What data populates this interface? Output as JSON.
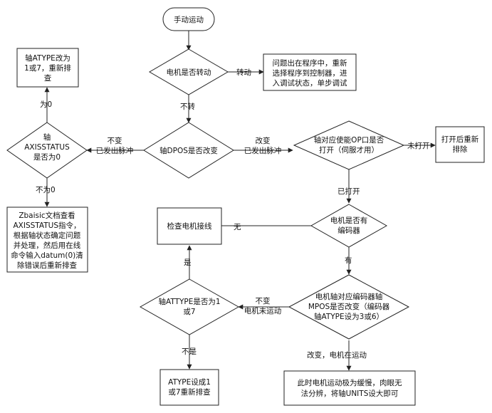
{
  "flowchart": {
    "start": "手动运动",
    "d_rotate": [
      "电机是否转动"
    ],
    "b_program": [
      "问题出在程序中，重新",
      "选择程序到控制器，进",
      "入调试状态，单步调试"
    ],
    "d_dpos": [
      "轴DPOS是否改变"
    ],
    "d_axisstatus": [
      "轴",
      "AXISSTATUS",
      "是否为0"
    ],
    "b_atype_top": [
      "轴ATYPE改为",
      "1或7，重新排",
      "查"
    ],
    "b_zbasic": [
      "Zbaisic文档查看",
      "AXISSTATUS指令，",
      "根据轴状态确定问题",
      "并处理，然后用在线",
      "命令输入datum(0)清",
      "除错误后重新排查"
    ],
    "d_enable": [
      "轴对应使能OP口是否",
      "打开（伺服才用）"
    ],
    "b_reopen": [
      "打开后重新",
      "排除"
    ],
    "d_encoder": [
      "电机是否有",
      "编码器"
    ],
    "d_mpos": [
      "电机轴对应编码器轴",
      "MPOS是否改变（编码器",
      "轴ATYPE设为3或6）"
    ],
    "b_slow": [
      "此时电机运动极为缓慢，肉眼无",
      "法分辨，将轴UNITS设大即可"
    ],
    "d_atype": [
      "轴ATTYPE是否为1",
      "或7"
    ],
    "b_wiring": [
      "检查电机接线"
    ],
    "b_atype_bottom": [
      "ATYPE设成1",
      "或7重新排查"
    ],
    "labels": {
      "rotate": "转动",
      "not_rotate": "不转",
      "zero": "为0",
      "nonzero": "不为0",
      "unchanged_pulse": [
        "不变",
        "已发出脉冲"
      ],
      "changed_pulse": [
        "改变",
        "已发出脉冲"
      ],
      "not_open": "未打开",
      "opened": "已打开",
      "none": "无",
      "has": "有",
      "unchanged_not_moving": [
        "不变",
        "电机未运动"
      ],
      "changed_moving": "改变，电机在运动",
      "yes": "是",
      "no": "不是"
    }
  }
}
